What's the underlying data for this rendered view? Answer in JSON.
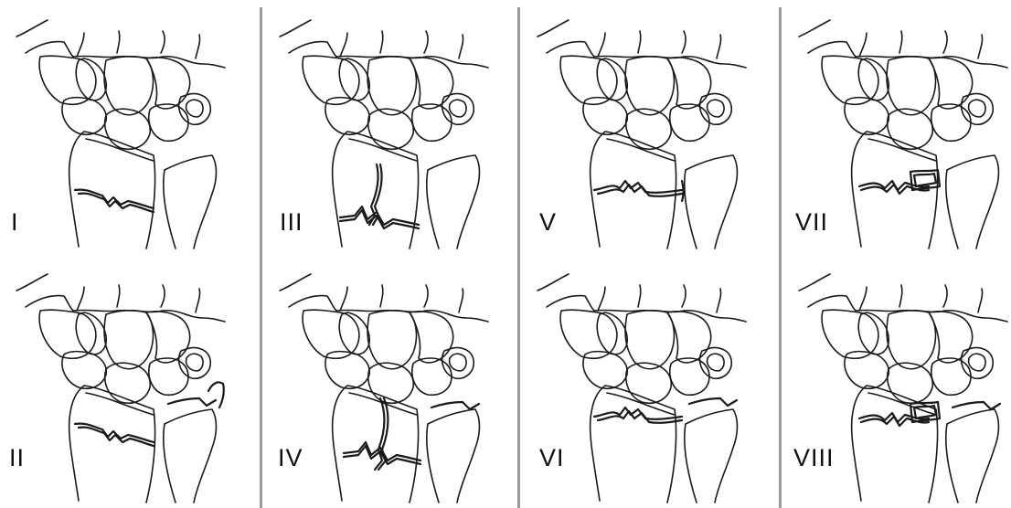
{
  "panels": [
    {
      "label": "I",
      "fracture": "radial-transverse"
    },
    {
      "label": "II",
      "fracture": "radial-transverse-ulnar-styloid"
    },
    {
      "label": "III",
      "fracture": "radial-intraarticular"
    },
    {
      "label": "IV",
      "fracture": "radial-intraarticular-ulnar-styloid"
    },
    {
      "label": "V",
      "fracture": "radioulnar-joint"
    },
    {
      "label": "VI",
      "fracture": "radioulnar-joint-ulnar-styloid"
    },
    {
      "label": "VII",
      "fracture": "comminuted"
    },
    {
      "label": "VIII",
      "fracture": "comminuted-ulnar-styloid"
    }
  ],
  "colors": {
    "line": "#1a1a1a",
    "divider": "#9a9a9a",
    "background": "#ffffff"
  }
}
